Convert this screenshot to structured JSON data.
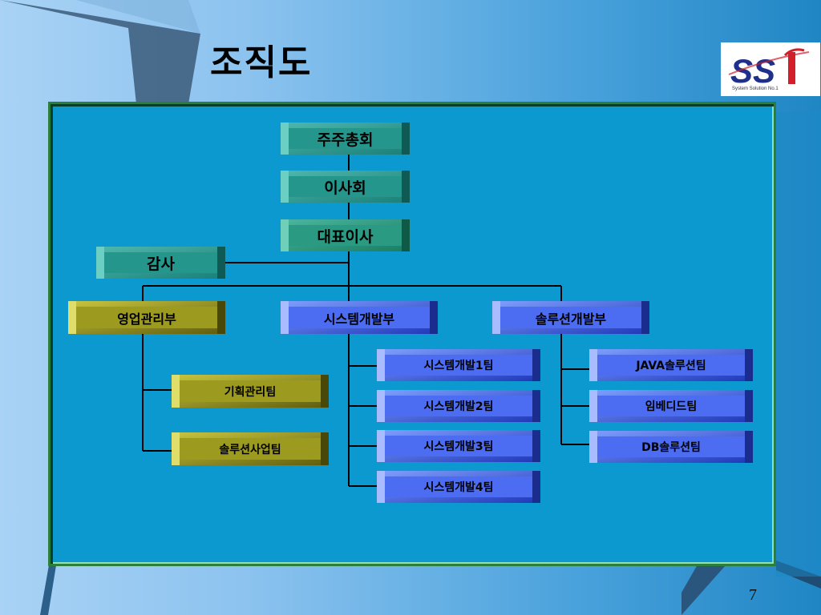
{
  "slide": {
    "title": "조직도",
    "page_number": "7",
    "logo": {
      "text": "SSi",
      "tagline": "System Solution No.1"
    }
  },
  "org": {
    "shareholders": "주주총회",
    "board": "이사회",
    "ceo": "대표이사",
    "audit": "감사",
    "sales_dept": "영업관리부",
    "planning_team": "기획관리팀",
    "solution_biz_team": "솔루션사업팀",
    "system_dept": "시스템개발부",
    "sys_team1": "시스템개발1팀",
    "sys_team2": "시스템개발2팀",
    "sys_team3": "시스템개발3팀",
    "sys_team4": "시스템개발4팀",
    "solution_dept": "솔루션개발부",
    "java_team": "JAVA솔루션팀",
    "embedded_team": "임베디드팀",
    "db_team": "DB솔루션팀"
  },
  "colors": {
    "top_boxes": "#25968b",
    "sales_boxes": "#9c9a1f",
    "dev_boxes": "#4c6cf2",
    "panel": "#0b99cf"
  }
}
